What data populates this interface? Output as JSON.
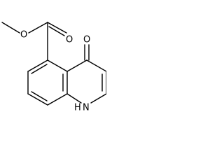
{
  "molecule": {
    "atoms": {
      "ester_carbonyl_oxygen": "O",
      "ester_ether_oxygen": "O",
      "ketone_oxygen": "O",
      "ring_nitrogen": "N",
      "ring_nitrogen_hydrogen": "H"
    },
    "colors": {
      "bond": "#000000",
      "label": "#000000",
      "background": "#ffffff"
    }
  }
}
